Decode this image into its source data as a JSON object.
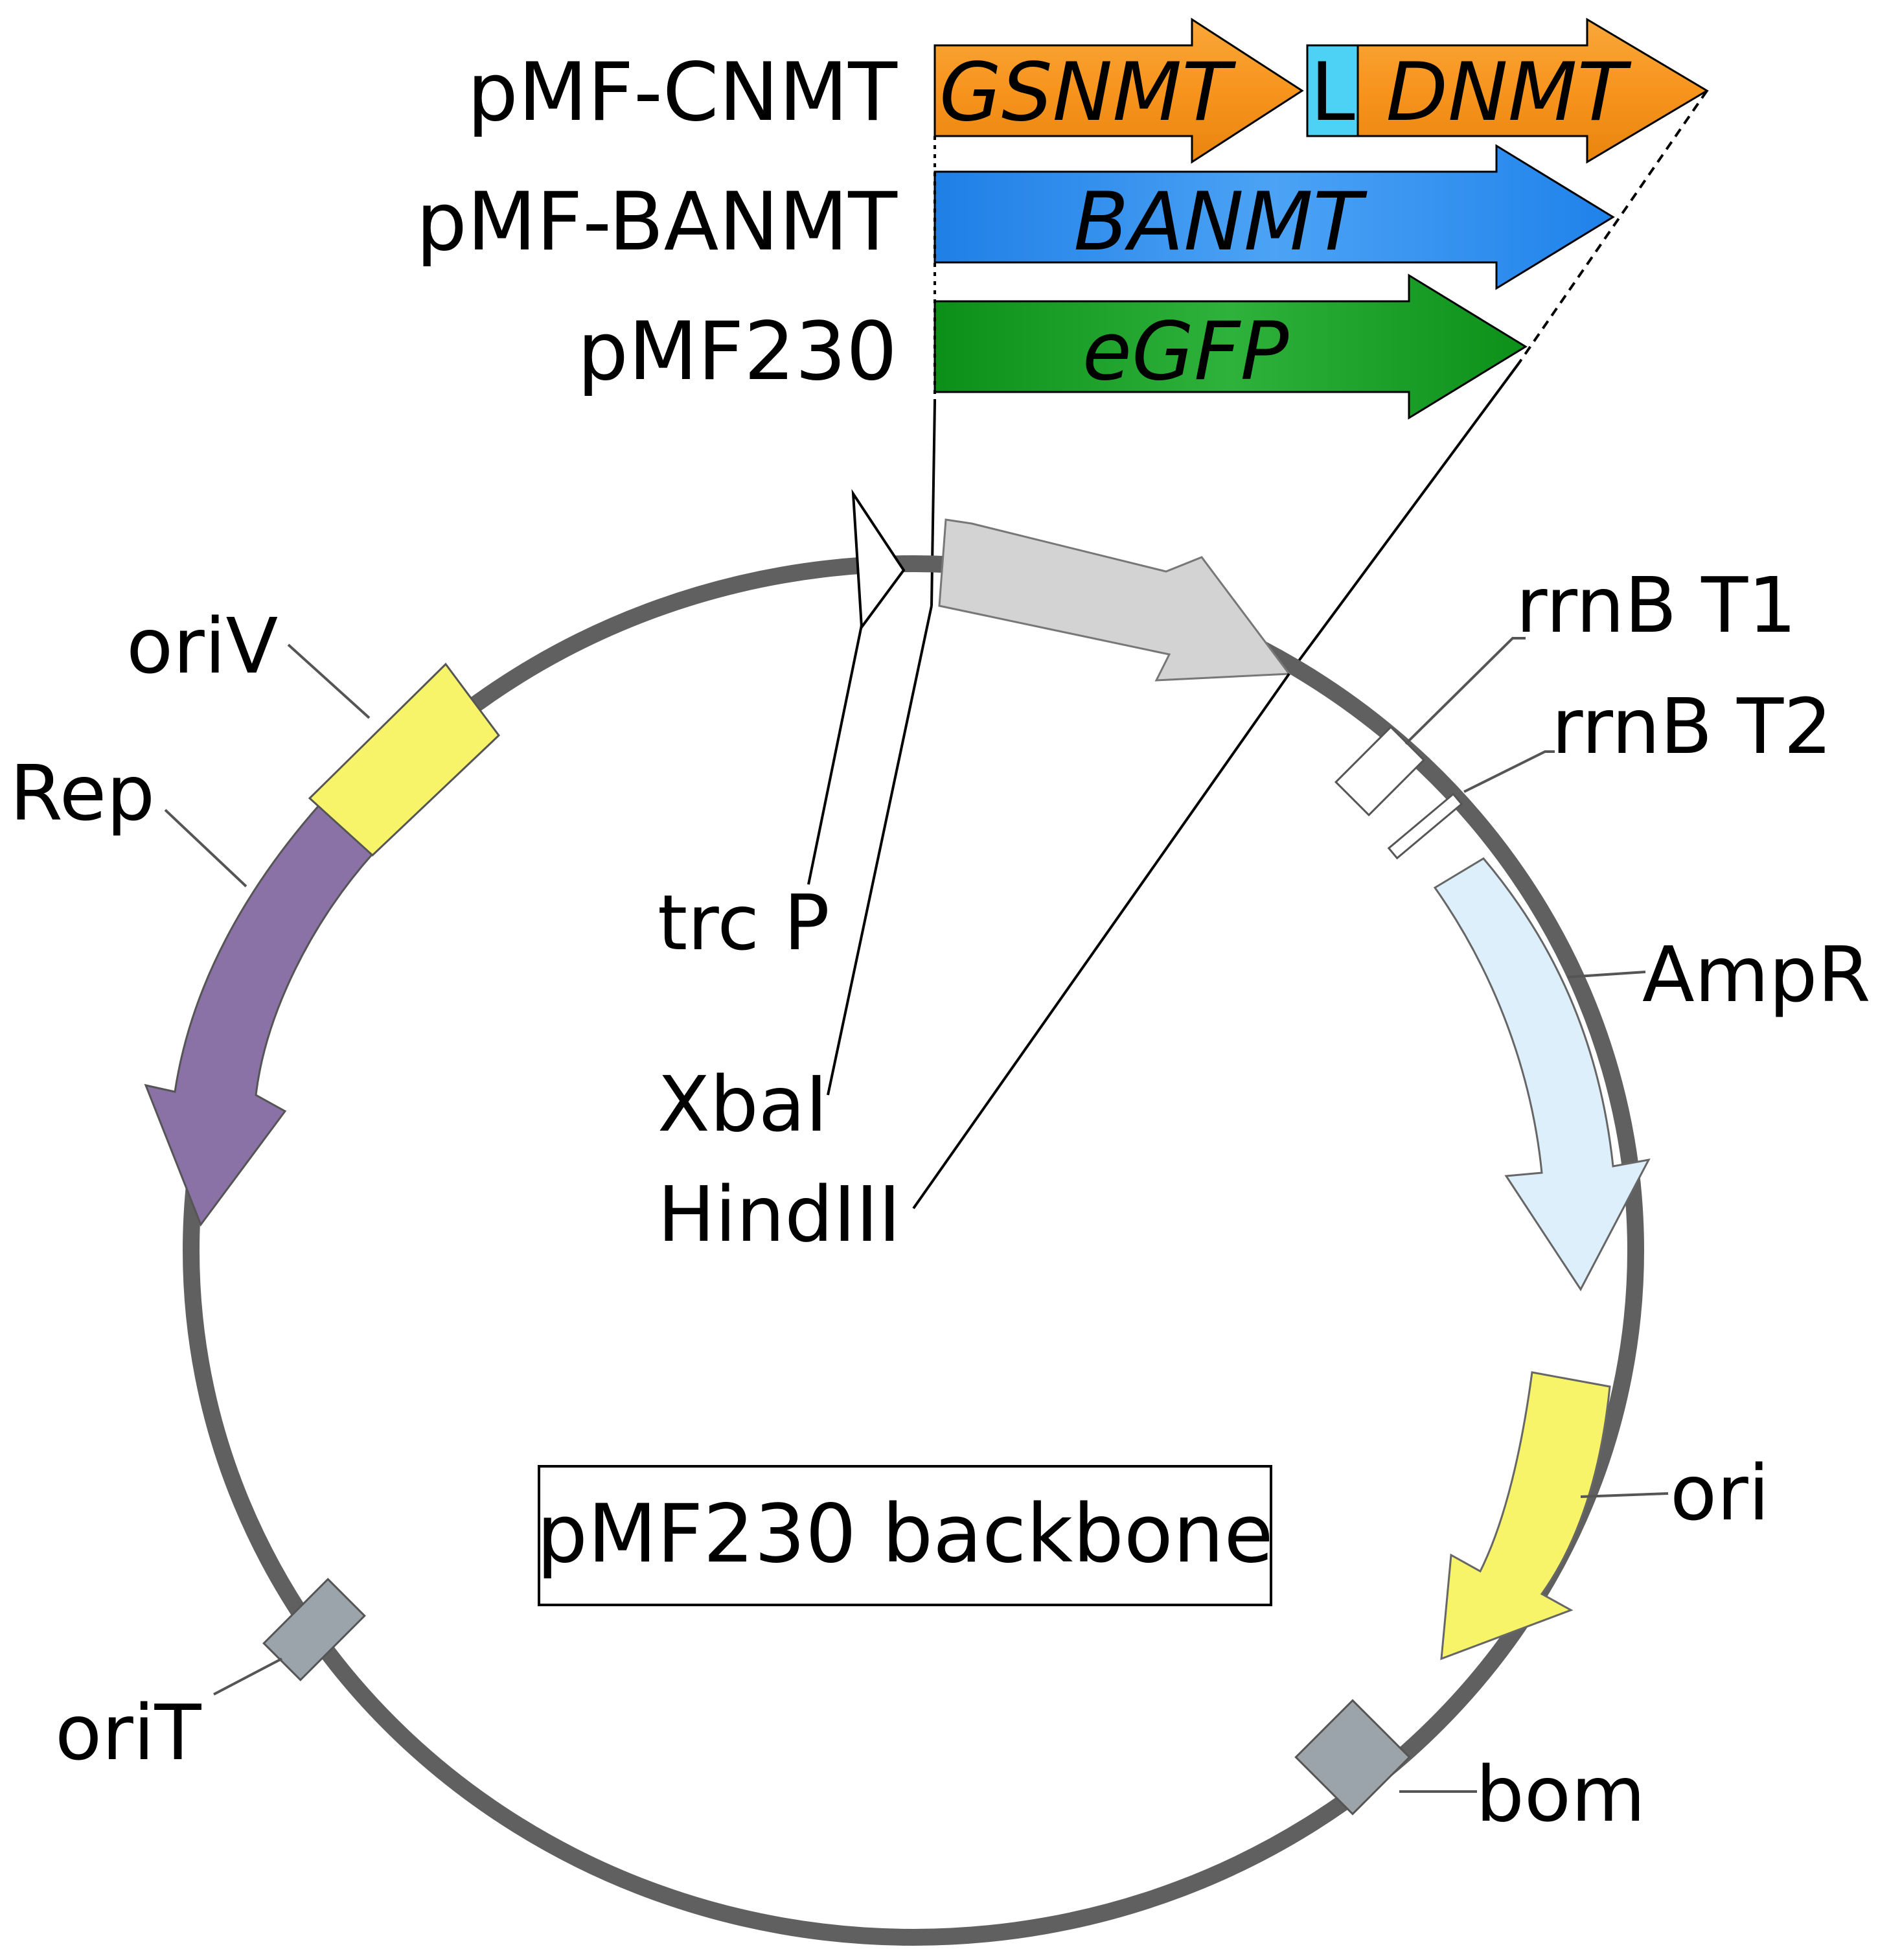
{
  "constructs": [
    {
      "name": "pMF-CNMT",
      "genes": [
        "GSNMT",
        "L",
        "DNMT"
      ]
    },
    {
      "name": "pMF-BANMT",
      "genes": [
        "BANMT"
      ]
    },
    {
      "name": "pMF230",
      "genes": [
        "eGFP"
      ]
    }
  ],
  "features": {
    "trc_p": "trc P",
    "xbai": "XbaI",
    "hindiii": "HindIII",
    "rrnb_t1": "rrnB T1",
    "rrnb_t2": "rrnB T2",
    "ampr": "AmpR",
    "ori": "ori",
    "bom": "bom",
    "orit": "oriT",
    "rep": "Rep",
    "oriv": "oriV"
  },
  "backbone_label": "pMF230 backbone",
  "colors": {
    "gsnmt": "#F7941D",
    "linker": "#4DD2F5",
    "banmt": "#2E8EF0",
    "egfp": "#0E9A1E",
    "insert": "#D3D3D3",
    "ampr": "#DCEFFA",
    "ori": "#F8F46A",
    "oriv": "#F8F46A",
    "rep": "#8A72A6",
    "bom": "#9BA3AB",
    "orit": "#9BA3AB",
    "backbone": "#606060"
  }
}
